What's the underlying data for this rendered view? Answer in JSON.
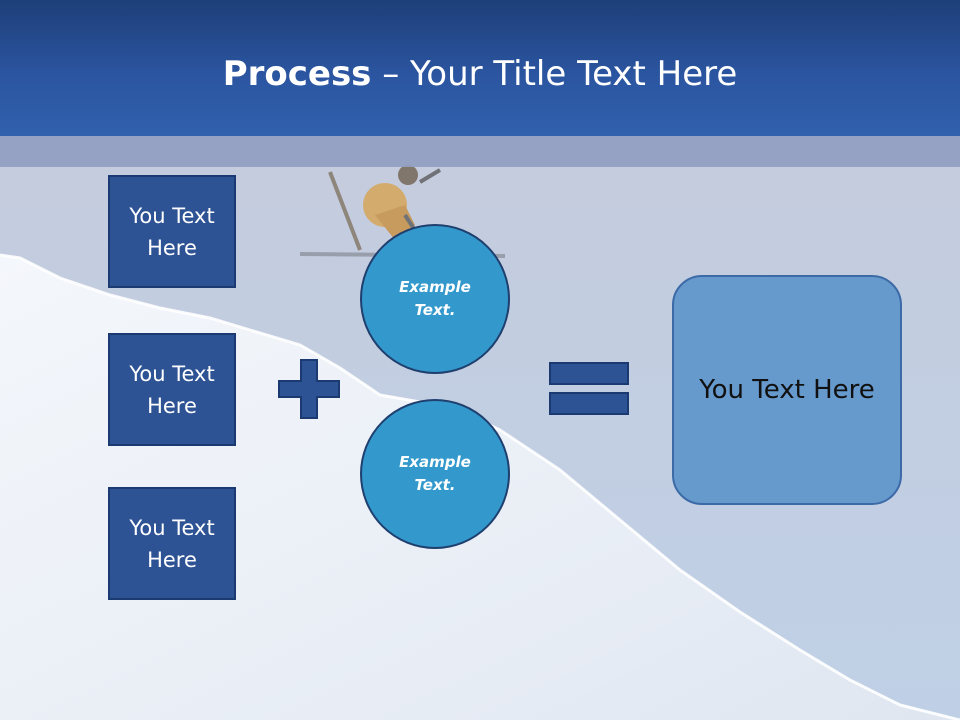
{
  "slide": {
    "title_bold": "Process",
    "title_rest": " – Your Title Text Here",
    "boxes": [
      "You Text Here",
      "You Text Here",
      "You Text Here"
    ],
    "circles": [
      "Example Text.",
      "Example Text."
    ],
    "result": "You Text Here"
  },
  "colors": {
    "header": "#2b55a0",
    "box_fill": "#2e5394",
    "circle_fill": "#3399cc",
    "result_fill": "#6699cc",
    "operator_fill": "#2e5394"
  },
  "icons": [
    "plus-icon",
    "equals-icon",
    "skier-photo"
  ]
}
